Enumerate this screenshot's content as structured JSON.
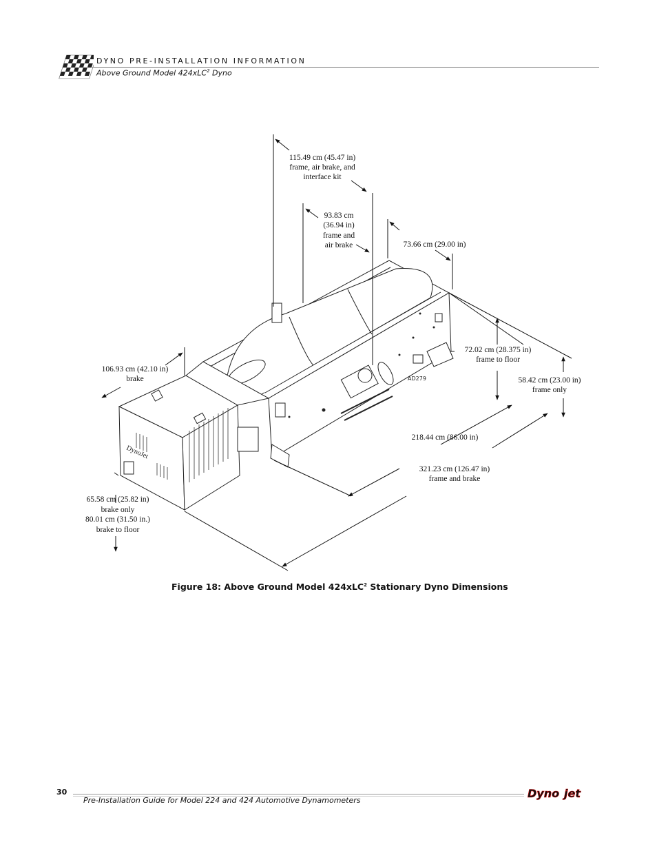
{
  "header": {
    "section_title": "DYNO PRE-INSTALLATION INFORMATION",
    "subtitle_main": "Above Ground Model 424xLC",
    "subtitle_sup": "2",
    "subtitle_tail": " Dyno"
  },
  "figure": {
    "dimensions": {
      "overall_height": [
        "115.49 cm (45.47 in)",
        "frame, air brake, and",
        "interface kit"
      ],
      "frame_airbrake_height": [
        "93.83 cm",
        "(36.94 in)",
        "frame and",
        "air brake"
      ],
      "frame_width": [
        "73.66 cm (29.00 in)"
      ],
      "brake_length": [
        "106.93 cm (42.10 in)",
        "brake"
      ],
      "frame_to_floor": [
        "72.02 cm (28.375 in)",
        "frame to floor"
      ],
      "frame_only": [
        "58.42 cm (23.00 in)",
        "frame only"
      ],
      "frame_length": [
        "218.44 cm (86.00 in)"
      ],
      "total_length": [
        "321.23 cm (126.47 in)",
        "frame and brake"
      ],
      "brake_height": [
        "65.58 cm (25.82 in)",
        "brake only",
        "80.01 cm (31.50 in.)",
        "brake to floor"
      ]
    },
    "drawing_id": "AD279",
    "caption_main": "Figure 18: Above Ground Model 424xLC",
    "caption_sup": "2",
    "caption_tail": " Stationary Dyno Dimensions"
  },
  "footer": {
    "page_number": "30",
    "guide_title": "Pre-Installation Guide for Model 224 and 424 Automotive Dynamometers",
    "brand_a": "Dyno",
    "brand_b": "jet"
  }
}
